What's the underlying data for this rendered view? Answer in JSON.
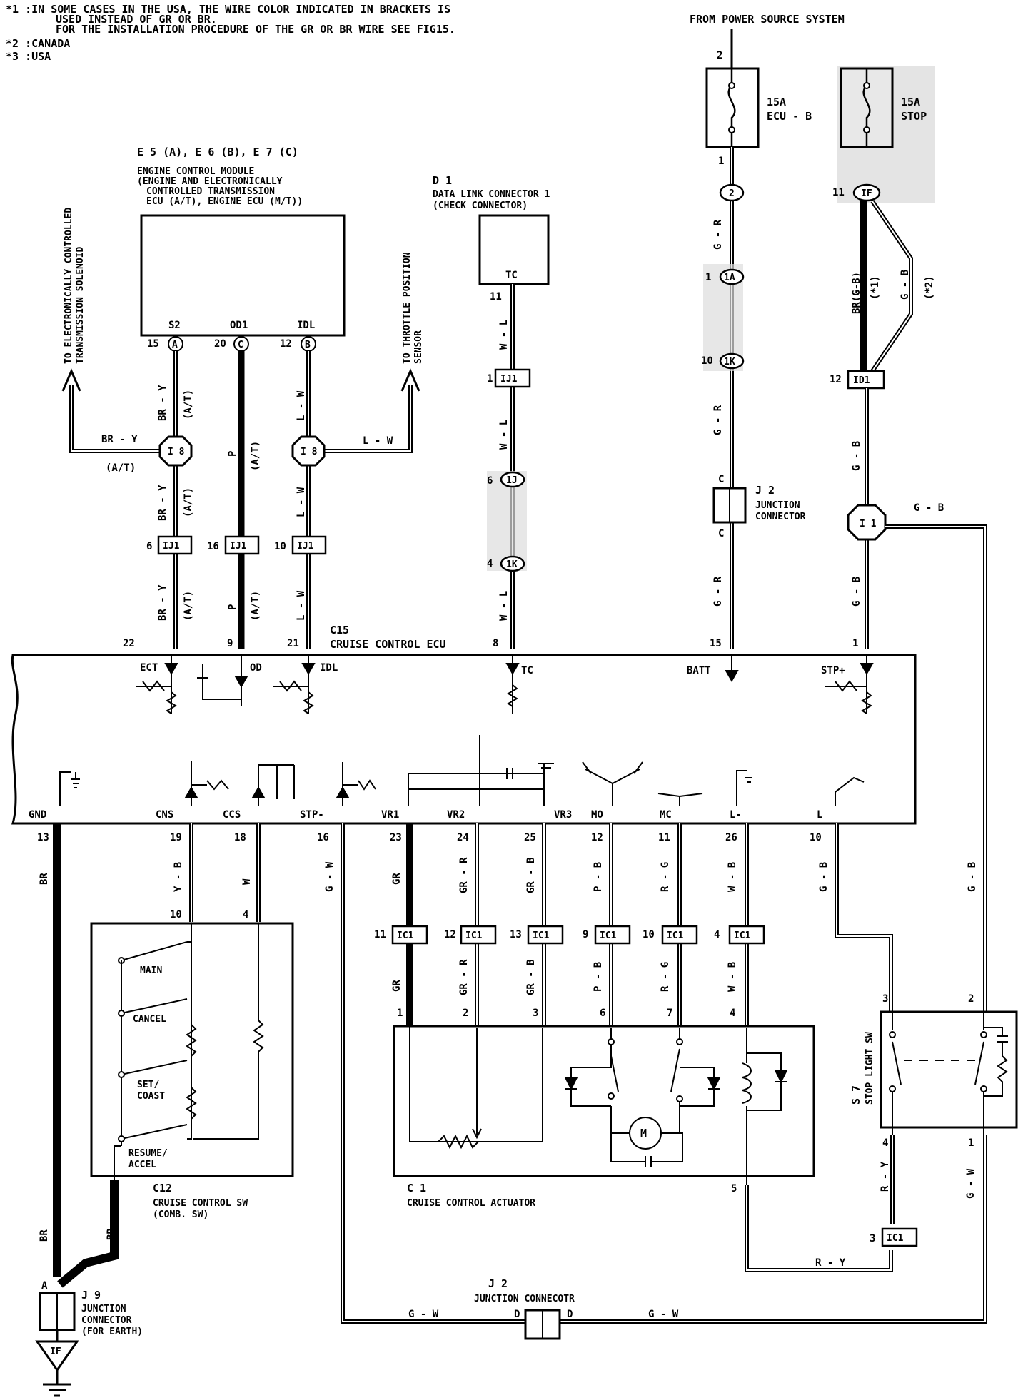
{
  "notes": [
    "*1 :IN SOME CASES IN THE USA, THE WIRE COLOR INDICATED IN BRACKETS IS",
    "USED INSTEAD OF GR OR BR.",
    "FOR THE INSTALLATION PROCEDURE OF THE GR OR BR WIRE SEE FIG15.",
    "*2 :CANADA",
    "*3 :USA"
  ],
  "power_source": "FROM POWER SOURCE SYSTEM",
  "fuses": [
    {
      "rating": "15A",
      "name": "ECU - B"
    },
    {
      "rating": "15A",
      "name": "STOP"
    }
  ],
  "ecm": {
    "codes": "E 5 (A), E 6 (B), E 7 (C)",
    "title": [
      "ENGINE CONTROL MODULE",
      "(ENGINE AND ELECTRONICALLY",
      "CONTROLLED TRANSMISSION",
      "ECU (A/T), ENGINE ECU (M/T))"
    ],
    "pins": [
      "S2",
      "OD1",
      "IDL"
    ]
  },
  "dlc": {
    "title": [
      "D 1",
      "DATA LINK CONNECTOR 1",
      "(CHECK CONNECTOR)"
    ],
    "pin": "TC"
  },
  "side_labels": {
    "solenoid": [
      "TO ELECTRONICALLY CONTROLLED",
      "TRANSMISSION SOLENOID"
    ],
    "throttle": [
      "TO THROTTLE POSITION",
      "SENSOR"
    ]
  },
  "j2_top": [
    "J 2",
    "JUNCTION",
    "CONNECTOR"
  ],
  "ecu": {
    "code": "C15",
    "name": "CRUISE CONTROL ECU",
    "top_terms": [
      "ECT",
      "OD",
      "IDL",
      "TC",
      "BATT",
      "STP+"
    ],
    "bottom_terms": [
      "GND",
      "CNS",
      "CCS",
      "STP-",
      "VR1",
      "VR2",
      "VR3",
      "MO",
      "MC",
      "L-",
      "L"
    ]
  },
  "switch": {
    "code": "C12",
    "name": [
      "CRUISE CONTROL SW",
      "(COMB. SW)"
    ],
    "items": [
      "MAIN",
      "CANCEL",
      "SET/",
      "COAST",
      "RESUME/",
      "ACCEL"
    ]
  },
  "actuator": {
    "code": "C 1",
    "name": "CRUISE CONTROL ACTUATOR",
    "motor": "M"
  },
  "stop_sw": {
    "code": "S 7",
    "name": "STOP LIGHT SW"
  },
  "j9": [
    "J 9",
    "JUNCTION",
    "CONNECTOR",
    "(FOR EARTH)"
  ],
  "j2_bottom": [
    "J 2",
    "JUNCTION CONNECOTR"
  ],
  "earth": "IF"
}
